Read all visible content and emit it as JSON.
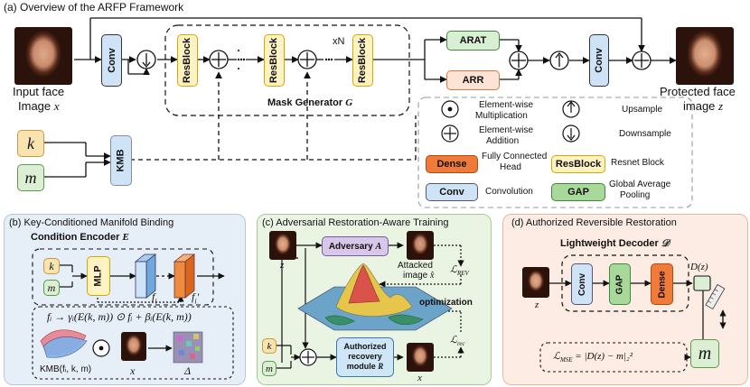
{
  "top": {
    "title": "(a) Overview of the ARFP Framework",
    "input_label_1": "Input face",
    "input_label_2": "Image ",
    "input_var": "x",
    "output_label_1": "Protected face",
    "output_label_2": "image ",
    "output_var": "z",
    "conv": "Conv",
    "resblock": "ResBlock",
    "xn": "xN",
    "arat": "ARAT",
    "arr": "ARR",
    "mask_gen": "Mask Generator ",
    "mask_gen_var": "G",
    "kmb": "KMB",
    "k": "k",
    "m": "m"
  },
  "legend": {
    "mult_1": "Element-wise",
    "mult_2": "Multiplication",
    "add_1": "Element-wise",
    "add_2": "Addition",
    "upsample": "Upsample",
    "downsample": "Downsample",
    "dense": "Dense",
    "dense_desc_1": "Fully Connected",
    "dense_desc_2": "Head",
    "resblock": "ResBlock",
    "resblock_desc": "Resnet Block",
    "conv": "Conv",
    "conv_desc": "Convolution",
    "gap": "GAP",
    "gap_desc_1": "Global Average",
    "gap_desc_2": "Pooling"
  },
  "panel_b": {
    "title": "(b) Key-Conditioned Manifold Binding",
    "subtitle": "Condition Encoder ",
    "subtitle_var": "E",
    "mlp": "MLP",
    "fi": "f",
    "fi_sub": "i",
    "fi_prime": "f",
    "fi_prime_sub": "i",
    "equation": "fᵢ → γᵢ(E(k, m)) ⊙ fᵢ + βᵢ(E(k, m))",
    "kmb_label": "KMB(fᵢ, k, m)",
    "x": "x",
    "delta": "Δ"
  },
  "panel_c": {
    "title": "(c) Adversarial Restoration-Aware Training",
    "z": "z",
    "adversary": "Adversary ",
    "adversary_var": "A",
    "attacked_1": "Attacked",
    "attacked_2": "image ",
    "attacked_var": "x̂",
    "l_rev": "ℒ",
    "l_rev_sub": "REV",
    "optimization": "optimization",
    "l_rec": "ℒ",
    "l_rec_sub": "rec",
    "recovery_1": "Authorized",
    "recovery_2": "recovery",
    "recovery_3": "module ",
    "recovery_var": "R",
    "x": "x"
  },
  "panel_d": {
    "title": "(d) Authorized Reversible Restoration",
    "subtitle": "Lightweight Decoder ",
    "subtitle_var": "𝒟",
    "conv": "Conv",
    "gap": "GAP",
    "dense": "Dense",
    "dz": "D(z)",
    "z": "z",
    "m": "m",
    "loss": "ℒ",
    "loss_sub": "MSE",
    "loss_eq": " = |D(z) − m|₂²"
  },
  "colors": {
    "conv_fill": "#cfe3f7",
    "resblock_fill": "#fff3c4",
    "resblock_border": "#d9a600",
    "arat_fill": "#d9efd3",
    "arr_fill": "#fde3d5",
    "dense_fill": "#f07a3a",
    "gap_fill": "#a8d99a",
    "k_fill": "#f9e3b0",
    "m_fill": "#dcefd4",
    "panel_b_bg": "#e6eef7",
    "panel_c_bg": "#eaf4e3",
    "panel_d_bg": "#fdece3",
    "adversary_fill": "#d7c7e8",
    "recovery_fill": "#cfe6f7"
  }
}
